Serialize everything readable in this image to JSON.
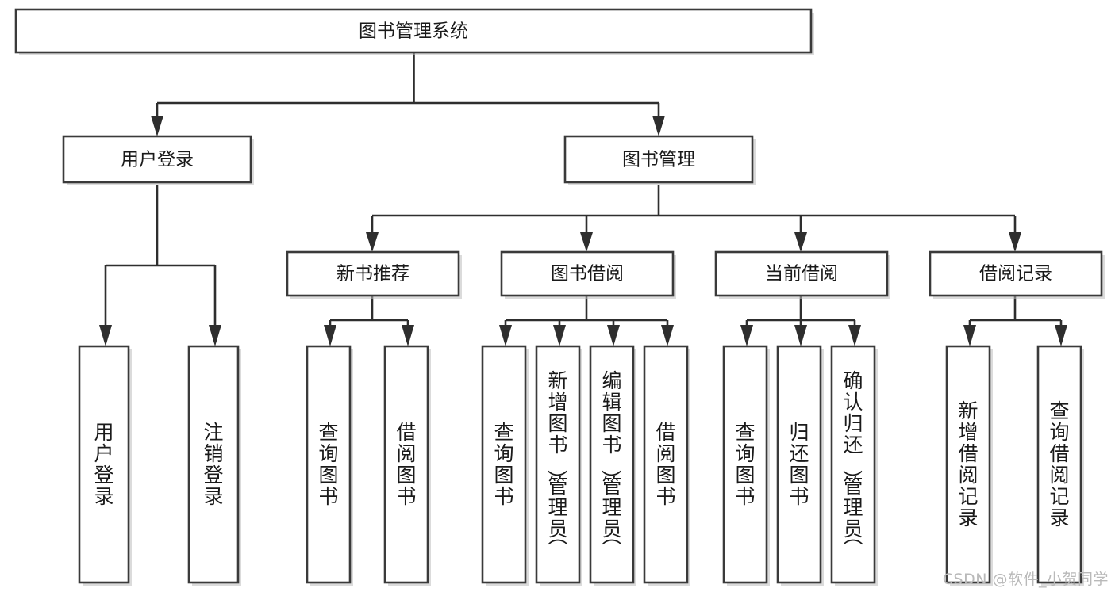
{
  "diagram": {
    "type": "hierarchy-tree",
    "title": "图书管理系统",
    "background_color": "#ffffff",
    "box_stroke_color": "#3a3a3a",
    "connector_color": "#2e2e2e",
    "text_color": "#1a1a1a",
    "watermark": "CSDN @软件_小贺同学",
    "levels": 4,
    "root": {
      "label": "图书管理系统",
      "children": [
        {
          "label": "用户登录",
          "children": [
            {
              "label": "用户登录",
              "orientation": "vertical"
            },
            {
              "label": "注销登录",
              "orientation": "vertical"
            }
          ]
        },
        {
          "label": "图书管理",
          "children": [
            {
              "label": "新书推荐",
              "children": [
                {
                  "label": "查询图书",
                  "orientation": "vertical"
                },
                {
                  "label": "借阅图书",
                  "orientation": "vertical"
                }
              ]
            },
            {
              "label": "图书借阅",
              "children": [
                {
                  "label": "查询图书",
                  "orientation": "vertical"
                },
                {
                  "label": "新增图书（管理员）",
                  "orientation": "vertical"
                },
                {
                  "label": "编辑图书（管理员）",
                  "orientation": "vertical"
                },
                {
                  "label": "借阅图书",
                  "orientation": "vertical"
                }
              ]
            },
            {
              "label": "当前借阅",
              "children": [
                {
                  "label": "查询图书",
                  "orientation": "vertical"
                },
                {
                  "label": "归还图书",
                  "orientation": "vertical"
                },
                {
                  "label": "确认归还（管理员）",
                  "orientation": "vertical"
                }
              ]
            },
            {
              "label": "借阅记录",
              "children": [
                {
                  "label": "新增借阅记录",
                  "orientation": "vertical"
                },
                {
                  "label": "查询借阅记录",
                  "orientation": "vertical"
                }
              ]
            }
          ]
        }
      ]
    }
  },
  "nodes": {
    "root": {
      "label": "图书管理系统"
    },
    "l2": {
      "user_login": {
        "label": "用户登录"
      },
      "book_mgmt": {
        "label": "图书管理"
      }
    },
    "l3": {
      "new_book_rec": {
        "label": "新书推荐"
      },
      "book_borrow": {
        "label": "图书借阅"
      },
      "current_borrow": {
        "label": "当前借阅"
      },
      "borrow_record": {
        "label": "借阅记录"
      }
    },
    "leaves": {
      "user_login_1": {
        "label": "用户登录"
      },
      "user_login_2": {
        "label": "注销登录"
      },
      "nbr_1": {
        "label": "查询图书"
      },
      "nbr_2": {
        "label": "借阅图书"
      },
      "bb_1": {
        "label": "查询图书"
      },
      "bb_2": {
        "label": "新增图书（管理员）"
      },
      "bb_3": {
        "label": "编辑图书（管理员）"
      },
      "bb_4": {
        "label": "借阅图书"
      },
      "cb_1": {
        "label": "查询图书"
      },
      "cb_2": {
        "label": "归还图书"
      },
      "cb_3": {
        "label": "确认归还（管理员）"
      },
      "br_1": {
        "label": "新增借阅记录"
      },
      "br_2": {
        "label": "查询借阅记录"
      }
    }
  },
  "footer": {
    "watermark": "CSDN @软件_小贺同学"
  }
}
